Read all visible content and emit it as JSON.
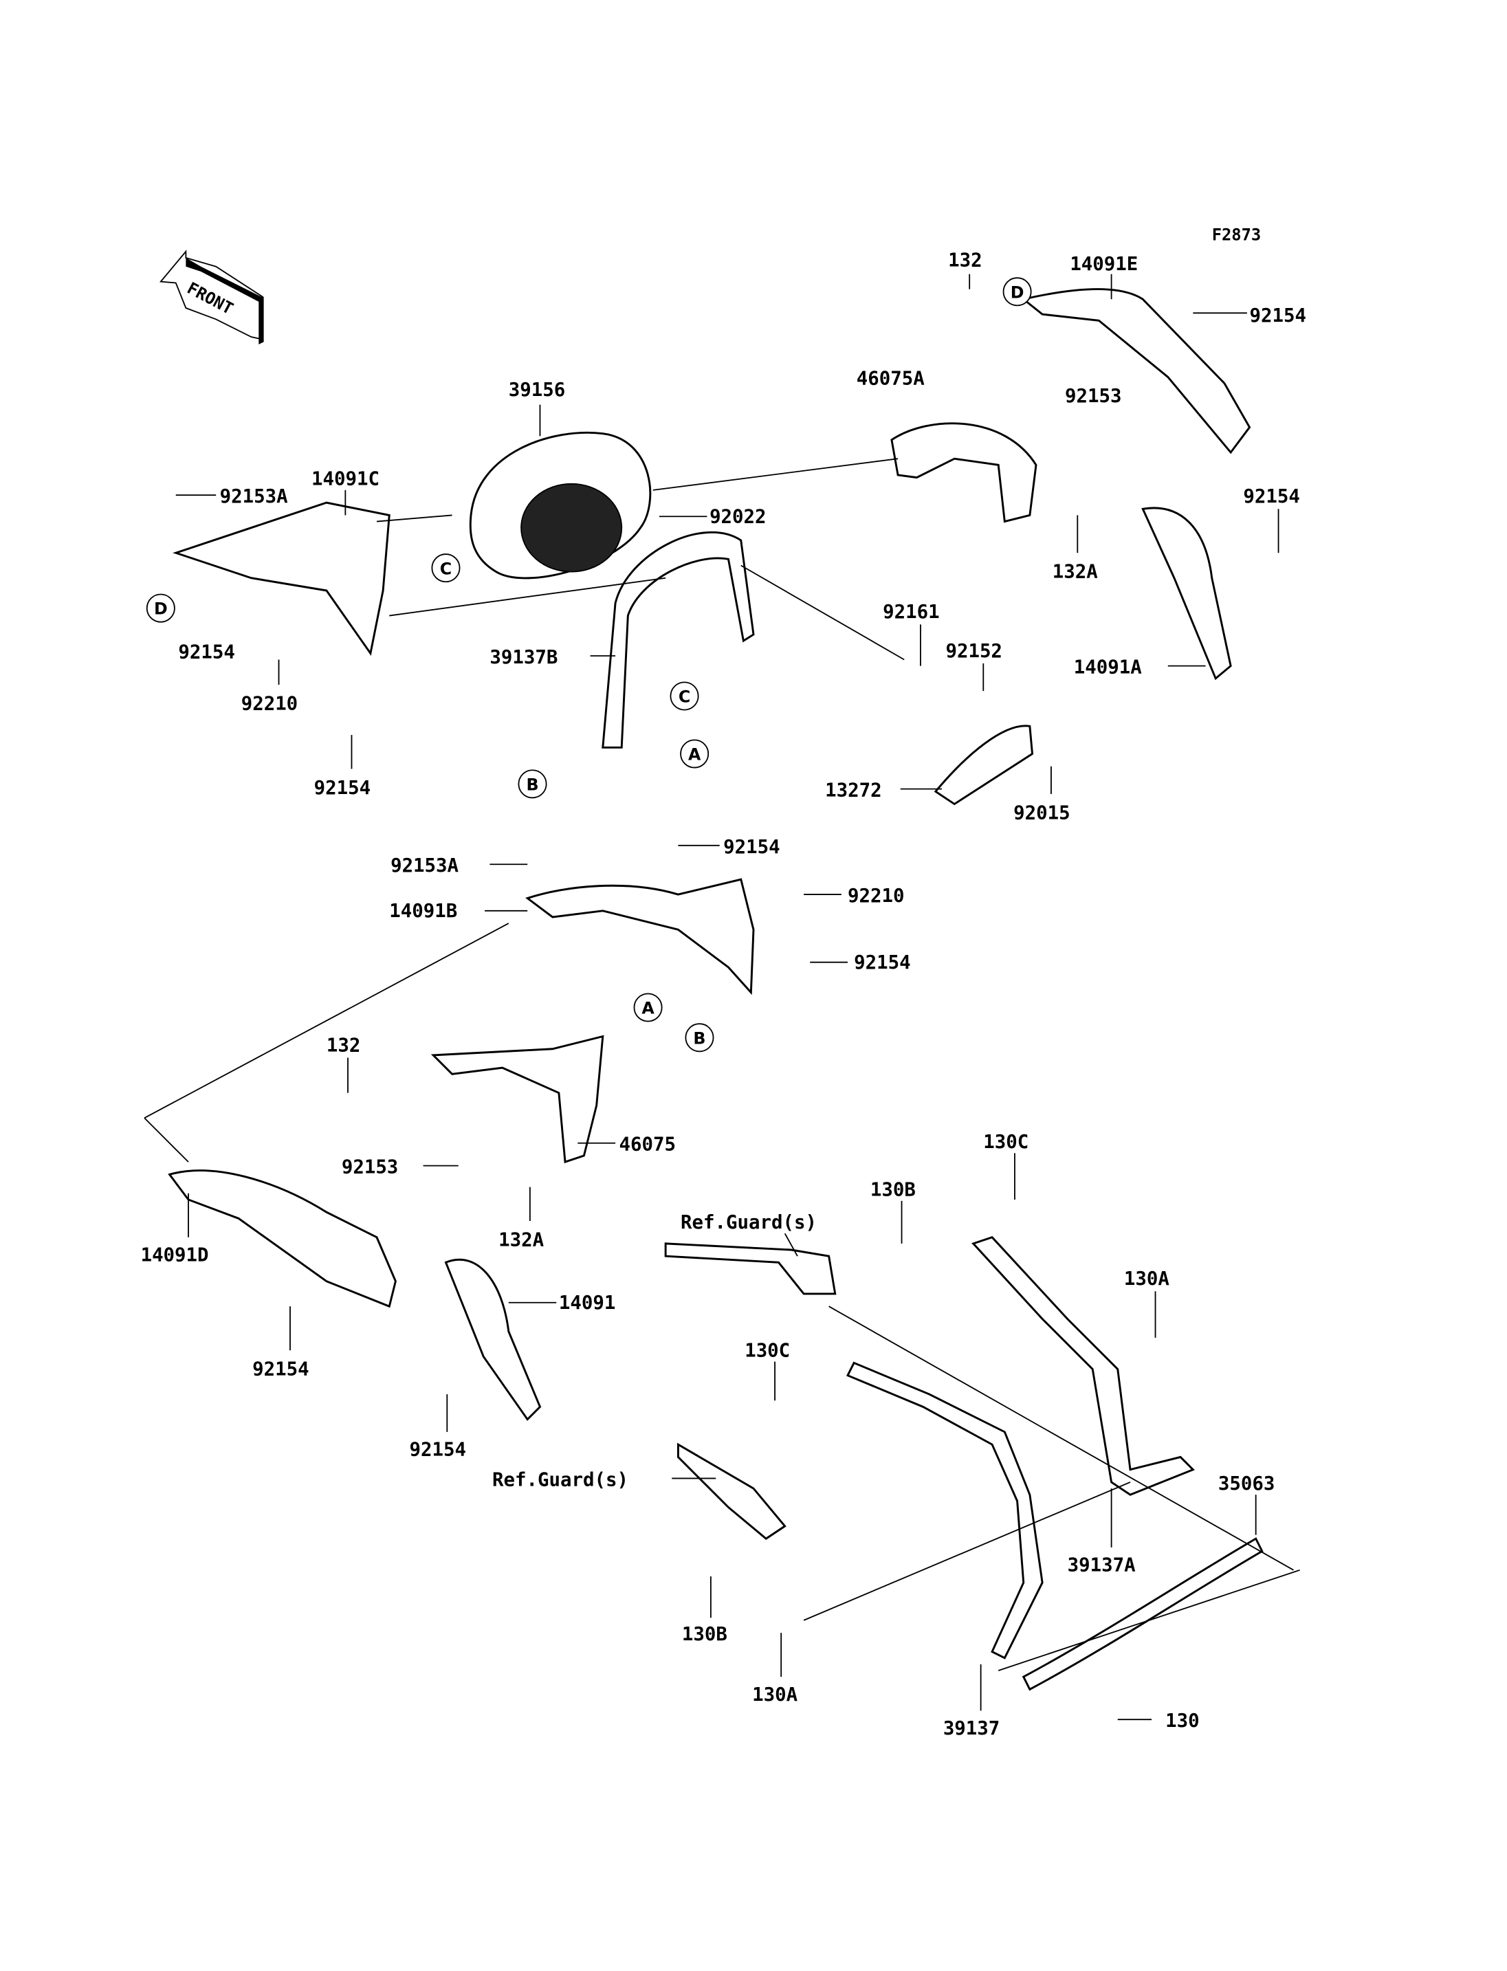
{
  "figure_code": "F2873",
  "front_arrow": "FRONT",
  "labels": {
    "l132a": "132",
    "l14091E": "14091E",
    "l92154a": "92154",
    "l46075A": "46075A",
    "l92153a": "92153",
    "l39156": "39156",
    "l92153Aa": "92153A",
    "l14091C": "14091C",
    "l92022": "92022",
    "l92154b": "92154",
    "l132Aa": "132A",
    "l92154c": "92154",
    "l92161": "92161",
    "l92152": "92152",
    "l39137B": "39137B",
    "l14091A": "14091A",
    "l92210a": "92210",
    "l92154d": "92154",
    "l13272": "13272",
    "l92015": "92015",
    "l92154e": "92154",
    "l92153Ab": "92153A",
    "l14091B": "14091B",
    "l92210b": "92210",
    "l92154f": "92154",
    "l132b": "132",
    "l46075": "46075",
    "l92153b": "92153",
    "l130Ca": "130C",
    "l130Ba": "130B",
    "l14091D": "14091D",
    "l132Ab": "132A",
    "refGuard1": "Ref.Guard(s)",
    "l130Aa": "130A",
    "l14091": "14091",
    "l130Cb": "130C",
    "l92154g": "92154",
    "refGuard2": "Ref.Guard(s)",
    "l35063": "35063",
    "l92154h": "92154",
    "l39137A": "39137A",
    "l130Bb": "130B",
    "l130Ab": "130A",
    "l130": "130",
    "l39137": "39137"
  },
  "callouts": {
    "D1": "D",
    "D2": "D",
    "C1": "C",
    "C2": "C",
    "A1": "A",
    "A2": "A",
    "B1": "B",
    "B2": "B"
  }
}
